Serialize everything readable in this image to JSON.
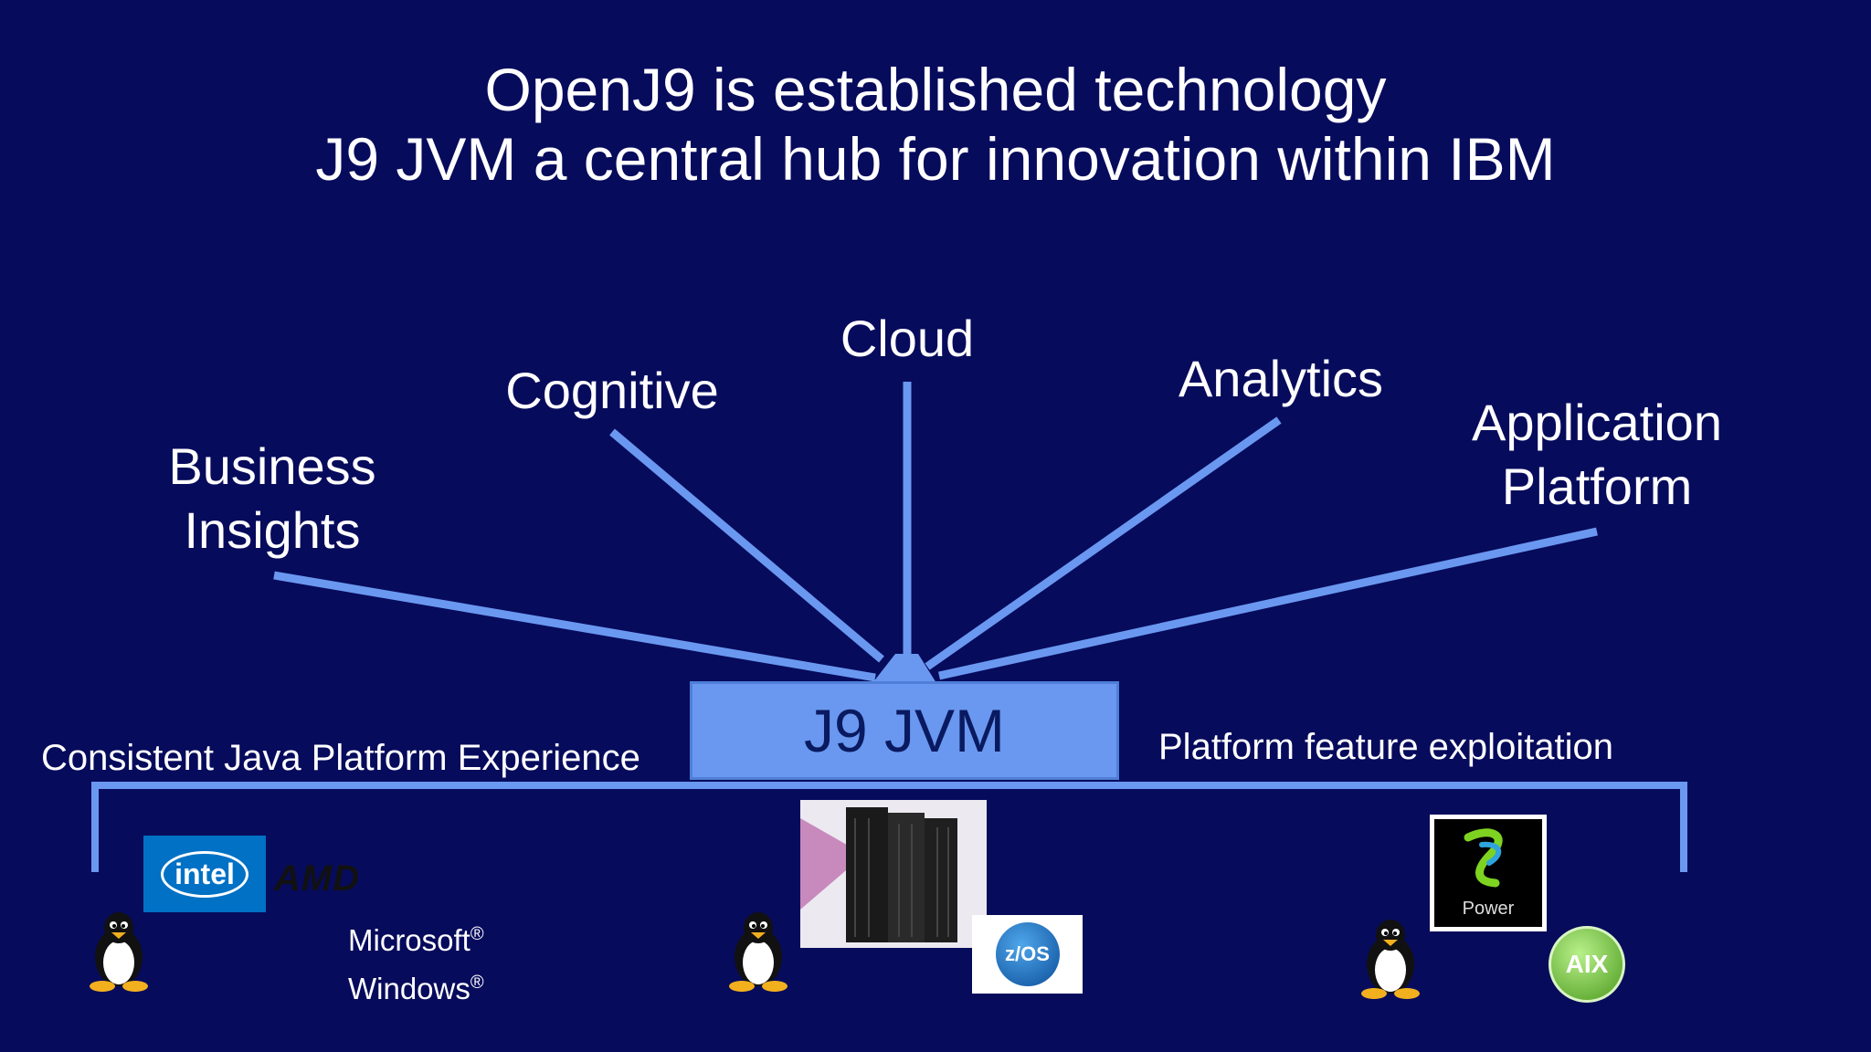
{
  "title": {
    "line1": "OpenJ9 is established technology",
    "line2": "J9 JVM a central hub for innovation within IBM"
  },
  "spokes": [
    {
      "id": "business-insights",
      "line1": "Business",
      "line2": "Insights"
    },
    {
      "id": "cognitive",
      "line1": "Cognitive",
      "line2": ""
    },
    {
      "id": "cloud",
      "line1": "Cloud",
      "line2": ""
    },
    {
      "id": "analytics",
      "line1": "Analytics",
      "line2": ""
    },
    {
      "id": "application-platform",
      "line1": "Application",
      "line2": "Platform"
    }
  ],
  "hub": {
    "label": "J9 JVM"
  },
  "left_caption": "Consistent Java Platform Experience",
  "right_caption": "Platform feature exploitation",
  "logos": {
    "intel": "intel",
    "amd": "AMD",
    "microsoft": "Microsoft",
    "windows": "Windows",
    "registered": "®",
    "zos": "z/OS",
    "power": "Power",
    "aix": "AIX"
  },
  "colors": {
    "background": "#070b5c",
    "spoke": "#6a98f0",
    "hub_fill": "#6a98f0",
    "hub_text": "#0a1a60",
    "text": "#ffffff"
  },
  "icons": [
    "tux-penguin-icon",
    "mainframe-server-image",
    "power-logo-icon"
  ]
}
